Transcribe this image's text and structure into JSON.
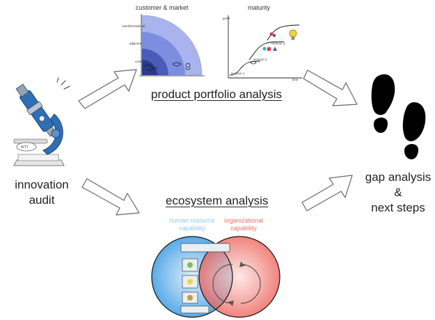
{
  "diagram": {
    "audit": {
      "line1": "innovation",
      "line2": "audit"
    },
    "portfolio": {
      "title": "product portfolio analysis",
      "customer_market_label": "customer & market",
      "maturity_label": "maturity",
      "quadrant_rings": [
        "transformational",
        "adjacent",
        "core"
      ],
      "maturity_axis": {
        "y": "profit",
        "x": "time"
      },
      "horizons": [
        "Horizon 1",
        "Horizon 2",
        "Horizon 3"
      ]
    },
    "ecosystem": {
      "title": "ecosystem analysis",
      "human_resource": {
        "line1": "human resource",
        "line2": "capability"
      },
      "organizational": {
        "line1": "organizational",
        "line2": "capability"
      }
    },
    "gap": {
      "line1": "gap analysis",
      "line2": "&",
      "line3": "next steps"
    },
    "colors": {
      "quadrant_outer": "#a9b4ee",
      "quadrant_mid": "#7d8ee0",
      "quadrant_inner": "#4a5cb8",
      "quadrant_core": "#2c3b8c",
      "microscope_blue": "#2f6fb5",
      "venn_blue": "#4aa3e6",
      "venn_red": "#ec5a52",
      "hr_text": "#8ec8ec",
      "org_text": "#e8706c"
    },
    "icons": [
      "microscope-icon",
      "footprints-icon",
      "lightbulb-icon"
    ]
  }
}
